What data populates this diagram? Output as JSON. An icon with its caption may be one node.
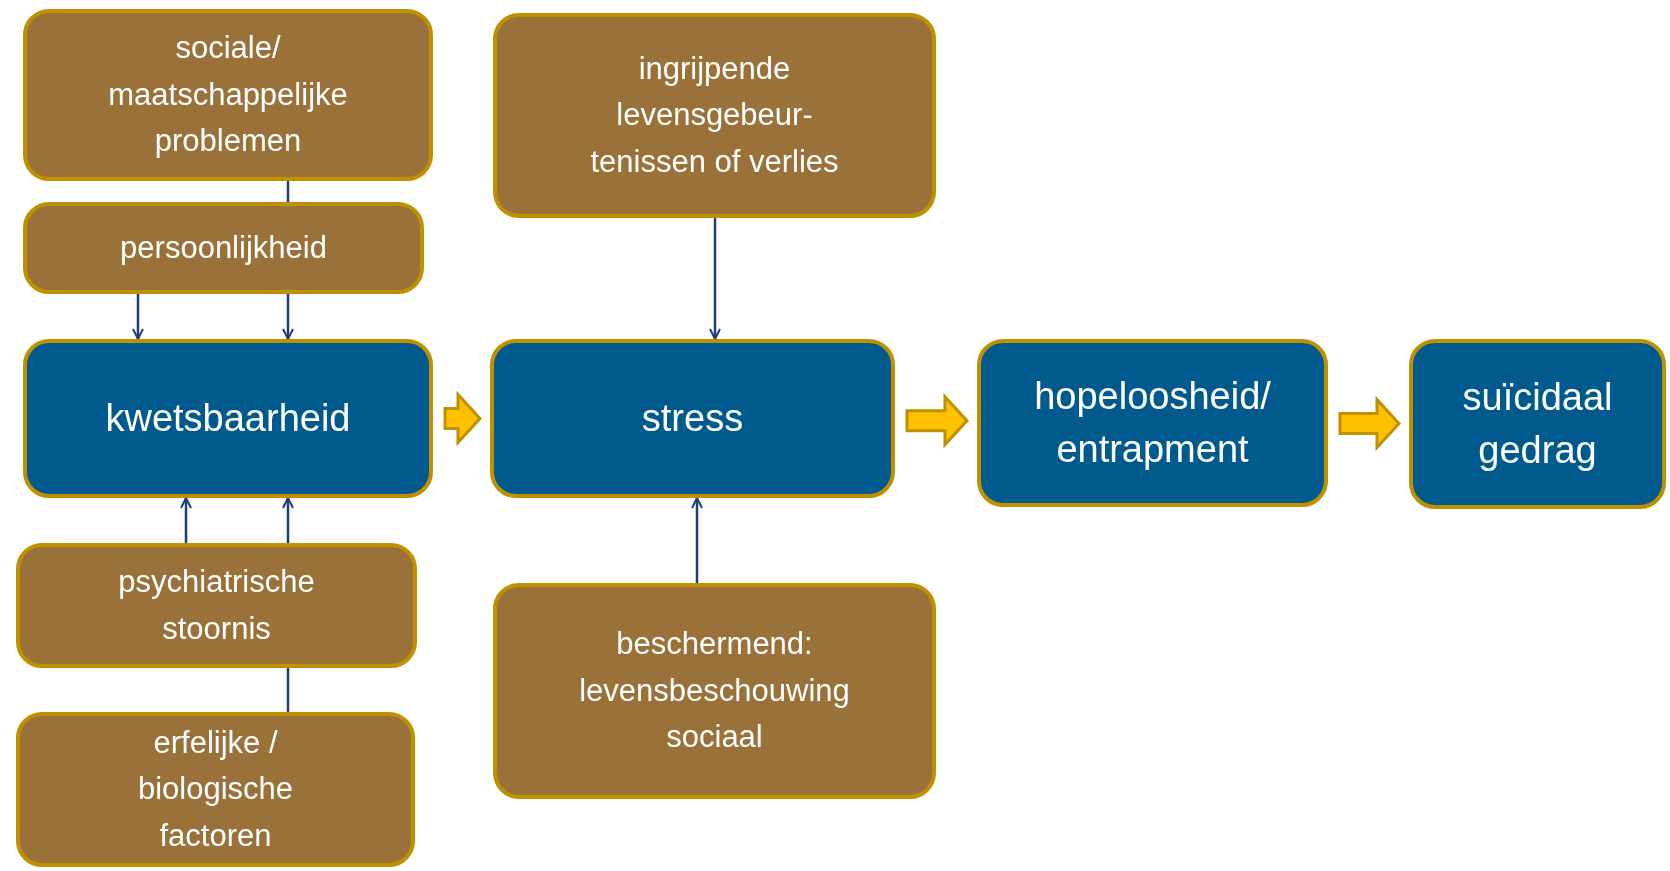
{
  "diagram": {
    "nodes": [
      {
        "text": [
          "sociale/ maatschappelijke problemen"
        ]
      },
      {
        "text": [
          "persoonlijkheid"
        ]
      },
      {
        "text": [
          "kwetsbaarheid"
        ]
      },
      {
        "text": [
          "psychiatrische stoornis"
        ]
      },
      {
        "text": [
          "erfelijke / biologische factoren"
        ]
      },
      {
        "text": [
          "ingrijpende levensgebeur- tenissen of verlies"
        ]
      },
      {
        "text": [
          "stress"
        ]
      },
      {
        "text": [
          "beschermend: levensbeschouwing sociaal"
        ]
      },
      {
        "text": [
          "hopeloosheid/ entrapment"
        ]
      },
      {
        "text": [
          "suïcidaal gedrag"
        ]
      }
    ],
    "edges": [
      {
        "from": 0,
        "to": 1,
        "arrow": "none"
      },
      {
        "from": 1,
        "to": 2,
        "arrow": "to"
      },
      {
        "from": 1,
        "to": 2,
        "arrow": "to"
      },
      {
        "from": 3,
        "to": 2,
        "arrow": "to"
      },
      {
        "from": 3,
        "to": 2,
        "arrow": "to"
      },
      {
        "from": 4,
        "to": 3,
        "arrow": "none"
      },
      {
        "from": 2,
        "to": 6,
        "arrow": "to",
        "style": "thick",
        "color": "#ffc000"
      },
      {
        "from": 5,
        "to": 6,
        "arrow": "to"
      },
      {
        "from": 7,
        "to": 6,
        "arrow": "to"
      },
      {
        "from": 6,
        "to": 8,
        "arrow": "to",
        "style": "thick",
        "color": "#ffc000"
      },
      {
        "from": 8,
        "to": 9,
        "arrow": "to",
        "style": "thick",
        "color": "#ffc000"
      }
    ]
  }
}
